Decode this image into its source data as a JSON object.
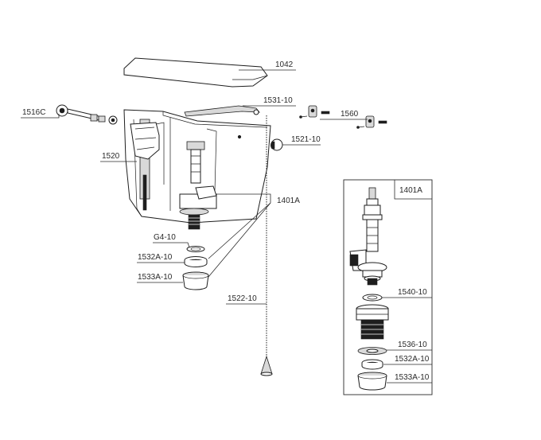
{
  "labels": {
    "lid": "1042",
    "trip_lever": "1531-10",
    "fill_valve_nut": "1516C",
    "fill_valve": "1520",
    "hinge_bolts": "1560",
    "plug": "1521-10",
    "flush_valve": "1401A",
    "gasket": "G4-10",
    "locknut": "1532A-10",
    "spud_washer": "1533A-10",
    "chain": "1522-10"
  },
  "inset": {
    "title": "1401A",
    "labels": {
      "seal": "1540-10",
      "washer": "1536-10",
      "locknut": "1532A-10",
      "spud_washer": "1533A-10"
    }
  }
}
